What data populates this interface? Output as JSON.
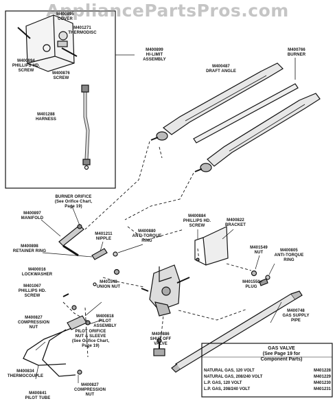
{
  "watermark": "AppliancePartsPros.com",
  "labels": {
    "cover": "M400895\nCOVER",
    "thermodisc": "M401271\nTHERMODISC",
    "phillips_top": "M400894\nPHILLIPS HD.\nSCREW",
    "screw_top": "M400876\nSCREW",
    "hi_limit": "M400899\nHI-LIMIT\nASSEMBLY",
    "harness": "M401288\nHARNESS",
    "draft_angle": "M400487\nDRAFT ANGLE",
    "burner": "M400766\nBURNER",
    "burner_orifice": "BURNER ORIFICE\n(See Orifice Chart,\nPage 19)",
    "manifold": "M400897\nMANIFOLD",
    "retainer_ring": "M400898\nRETAINER RING",
    "nipple": "M401211\nNIPPLE",
    "anti_torque_left": "M400880\nANTI-TORQUE\nRING",
    "phillips_mid": "M400884\nPHILLIPS HD.\nSCREW",
    "bracket": "M400822\nBRACKET",
    "nut_right": "M401549\nNUT",
    "anti_torque_right": "M400805\nANTI-TORQUE\nRING",
    "lockwasher": "M400016\nLOCKWASHER",
    "phillips_left": "M401067\nPHILLIPS HD.\nSCREW",
    "union_nut": "M401548\nUNION NUT",
    "plug": "M401550\nPLUG",
    "compression_nut_top": "M400827\nCOMPRESSION\nNUT",
    "pilot_assembly": "M400818\nPILOT\nASSEMBLY",
    "pilot_orifice": "PILOT ORIFICE\nNUT & SLEEVE\n(See Orifice Chart,\nPage 19)",
    "gas_supply_pipe": "M400748\nGAS SUPPLY\nPIPE",
    "shut_off_valve": "M400886\nSHUT OFF\nVALVE",
    "thermocouple": "M400834\nTHERMOCOUPLE",
    "compression_nut_bottom": "M400827\nCOMPRESSION\nNUT",
    "pilot_tube": "M400841\nPILOT TUBE"
  },
  "gas_valve": {
    "title": "GAS VALVE\n(See Page 19 for\nComponent Parts)",
    "rows": [
      {
        "label": "NATURAL GAS, 120 VOLT",
        "part": "M401228"
      },
      {
        "label": "NATURAL GAS, 208/240 VOLT",
        "part": "M401229"
      },
      {
        "label": "L.P. GAS, 120 VOLT",
        "part": "M401230"
      },
      {
        "label": "L.P. GAS, 208/240 VOLT",
        "part": "M401231"
      }
    ]
  }
}
